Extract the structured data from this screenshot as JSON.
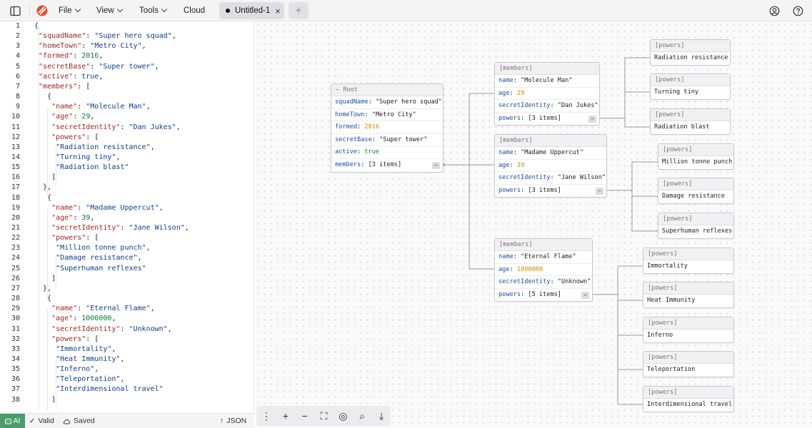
{
  "topbar": {
    "menus": [
      {
        "label": "File",
        "has_dropdown": true
      },
      {
        "label": "View",
        "has_dropdown": true
      },
      {
        "label": "Tools",
        "has_dropdown": true
      },
      {
        "label": "Cloud",
        "has_dropdown": false
      }
    ],
    "tab": {
      "label": "Untitled-1",
      "unsaved": true,
      "close": "×"
    },
    "add_tab": "+"
  },
  "colors": {
    "accent": "#e8502f",
    "ai_badge": "#4b9d6b",
    "key": "#a0251e",
    "string": "#0b3e8c",
    "number": "#0a7a3c",
    "node_key": "#1a4fa0",
    "node_number": "#c99000"
  },
  "editor": {
    "line_numbers": [
      "1",
      "2",
      "3",
      "4",
      "5",
      "6",
      "7",
      "8",
      "9",
      "10",
      "11",
      "12",
      "13",
      "14",
      "15",
      "16",
      "17",
      "18",
      "19",
      "20",
      "21",
      "22",
      "23",
      "24",
      "25",
      "26",
      "27",
      "28",
      "29",
      "30",
      "31",
      "32",
      "33",
      "34",
      "35",
      "36",
      "37",
      "38"
    ],
    "lines": [
      [
        [
          "p",
          "{"
        ]
      ],
      [
        [
          "p",
          " "
        ],
        [
          "k",
          "\"squadName\""
        ],
        [
          "p",
          ": "
        ],
        [
          "s",
          "\"Super hero squad\""
        ],
        [
          "p",
          ","
        ]
      ],
      [
        [
          "p",
          " "
        ],
        [
          "k",
          "\"homeTown\""
        ],
        [
          "p",
          ": "
        ],
        [
          "s",
          "\"Metro City\""
        ],
        [
          "p",
          ","
        ]
      ],
      [
        [
          "p",
          " "
        ],
        [
          "k",
          "\"formed\""
        ],
        [
          "p",
          ": "
        ],
        [
          "n",
          "2016"
        ],
        [
          "p",
          ","
        ]
      ],
      [
        [
          "p",
          " "
        ],
        [
          "k",
          "\"secretBase\""
        ],
        [
          "p",
          ": "
        ],
        [
          "s",
          "\"Super tower\""
        ],
        [
          "p",
          ","
        ]
      ],
      [
        [
          "p",
          " "
        ],
        [
          "k",
          "\"active\""
        ],
        [
          "p",
          ": "
        ],
        [
          "b",
          "true"
        ],
        [
          "p",
          ","
        ]
      ],
      [
        [
          "p",
          " "
        ],
        [
          "k",
          "\"members\""
        ],
        [
          "p",
          ": ["
        ]
      ],
      [
        [
          "p",
          "   {"
        ]
      ],
      [
        [
          "p",
          "    "
        ],
        [
          "k",
          "\"name\""
        ],
        [
          "p",
          ": "
        ],
        [
          "s",
          "\"Molecule Man\""
        ],
        [
          "p",
          ","
        ]
      ],
      [
        [
          "p",
          "    "
        ],
        [
          "k",
          "\"age\""
        ],
        [
          "p",
          ": "
        ],
        [
          "n",
          "29"
        ],
        [
          "p",
          ","
        ]
      ],
      [
        [
          "p",
          "    "
        ],
        [
          "k",
          "\"secretIdentity\""
        ],
        [
          "p",
          ": "
        ],
        [
          "s",
          "\"Dan Jukes\""
        ],
        [
          "p",
          ","
        ]
      ],
      [
        [
          "p",
          "    "
        ],
        [
          "k",
          "\"powers\""
        ],
        [
          "p",
          ": ["
        ]
      ],
      [
        [
          "p",
          "     "
        ],
        [
          "s",
          "\"Radiation resistance\""
        ],
        [
          "p",
          ","
        ]
      ],
      [
        [
          "p",
          "     "
        ],
        [
          "s",
          "\"Turning tiny\""
        ],
        [
          "p",
          ","
        ]
      ],
      [
        [
          "p",
          "     "
        ],
        [
          "s",
          "\"Radiation blast\""
        ]
      ],
      [
        [
          "p",
          "    ]"
        ]
      ],
      [
        [
          "p",
          "  },"
        ]
      ],
      [
        [
          "p",
          "   {"
        ]
      ],
      [
        [
          "p",
          "    "
        ],
        [
          "k",
          "\"name\""
        ],
        [
          "p",
          ": "
        ],
        [
          "s",
          "\"Madame Uppercut\""
        ],
        [
          "p",
          ","
        ]
      ],
      [
        [
          "p",
          "    "
        ],
        [
          "k",
          "\"age\""
        ],
        [
          "p",
          ": "
        ],
        [
          "n",
          "39"
        ],
        [
          "p",
          ","
        ]
      ],
      [
        [
          "p",
          "    "
        ],
        [
          "k",
          "\"secretIdentity\""
        ],
        [
          "p",
          ": "
        ],
        [
          "s",
          "\"Jane Wilson\""
        ],
        [
          "p",
          ","
        ]
      ],
      [
        [
          "p",
          "    "
        ],
        [
          "k",
          "\"powers\""
        ],
        [
          "p",
          ": ["
        ]
      ],
      [
        [
          "p",
          "     "
        ],
        [
          "s",
          "\"Million tonne punch\""
        ],
        [
          "p",
          ","
        ]
      ],
      [
        [
          "p",
          "     "
        ],
        [
          "s",
          "\"Damage resistance\""
        ],
        [
          "p",
          ","
        ]
      ],
      [
        [
          "p",
          "     "
        ],
        [
          "s",
          "\"Superhuman reflexes\""
        ]
      ],
      [
        [
          "p",
          "    ]"
        ]
      ],
      [
        [
          "p",
          "  },"
        ]
      ],
      [
        [
          "p",
          "   {"
        ]
      ],
      [
        [
          "p",
          "    "
        ],
        [
          "k",
          "\"name\""
        ],
        [
          "p",
          ": "
        ],
        [
          "s",
          "\"Eternal Flame\""
        ],
        [
          "p",
          ","
        ]
      ],
      [
        [
          "p",
          "    "
        ],
        [
          "k",
          "\"age\""
        ],
        [
          "p",
          ": "
        ],
        [
          "n",
          "1000000"
        ],
        [
          "p",
          ","
        ]
      ],
      [
        [
          "p",
          "    "
        ],
        [
          "k",
          "\"secretIdentity\""
        ],
        [
          "p",
          ": "
        ],
        [
          "s",
          "\"Unknown\""
        ],
        [
          "p",
          ","
        ]
      ],
      [
        [
          "p",
          "    "
        ],
        [
          "k",
          "\"powers\""
        ],
        [
          "p",
          ": ["
        ]
      ],
      [
        [
          "p",
          "     "
        ],
        [
          "s",
          "\"Immortality\""
        ],
        [
          "p",
          ","
        ]
      ],
      [
        [
          "p",
          "     "
        ],
        [
          "s",
          "\"Heat Immunity\""
        ],
        [
          "p",
          ","
        ]
      ],
      [
        [
          "p",
          "     "
        ],
        [
          "s",
          "\"Inferno\""
        ],
        [
          "p",
          ","
        ]
      ],
      [
        [
          "p",
          "     "
        ],
        [
          "s",
          "\"Teleportation\""
        ],
        [
          "p",
          ","
        ]
      ],
      [
        [
          "p",
          "     "
        ],
        [
          "s",
          "\"Interdimensional travel\""
        ]
      ],
      [
        [
          "p",
          "    ]"
        ]
      ]
    ]
  },
  "status": {
    "ai": "AI",
    "valid": "Valid",
    "saved": "Saved",
    "format": "JSON"
  },
  "graph": {
    "root": {
      "header": "− Root",
      "rows": [
        {
          "key": "squadName",
          "value": "\"Super hero squad\"",
          "type": "string"
        },
        {
          "key": "homeTown",
          "value": "\"Metro City\"",
          "type": "string"
        },
        {
          "key": "formed",
          "value": "2016",
          "type": "number"
        },
        {
          "key": "secretBase",
          "value": "\"Super tower\"",
          "type": "string"
        },
        {
          "key": "active",
          "value": "true",
          "type": "bool"
        },
        {
          "key": "members",
          "value": "[3 items]",
          "type": "collapse"
        }
      ]
    },
    "members": [
      {
        "header": "[members]",
        "rows": [
          {
            "key": "name",
            "value": "\"Molecule Man\"",
            "type": "string"
          },
          {
            "key": "age",
            "value": "29",
            "type": "number"
          },
          {
            "key": "secretIdentity",
            "value": "\"Dan Jukes\"",
            "type": "string"
          },
          {
            "key": "powers",
            "value": "[3 items]",
            "type": "collapse"
          }
        ],
        "powers": [
          "Radiation resistance",
          "Turning tiny",
          "Radiation blast"
        ]
      },
      {
        "header": "[members]",
        "rows": [
          {
            "key": "name",
            "value": "\"Madame Uppercut\"",
            "type": "string"
          },
          {
            "key": "age",
            "value": "39",
            "type": "number"
          },
          {
            "key": "secretIdentity",
            "value": "\"Jane Wilson\"",
            "type": "string"
          },
          {
            "key": "powers",
            "value": "[3 items]",
            "type": "collapse"
          }
        ],
        "powers": [
          "Million tonne punch",
          "Damage resistance",
          "Superhuman reflexes"
        ]
      },
      {
        "header": "[members]",
        "rows": [
          {
            "key": "name",
            "value": "\"Eternal Flame\"",
            "type": "string"
          },
          {
            "key": "age",
            "value": "1000000",
            "type": "number"
          },
          {
            "key": "secretIdentity",
            "value": "\"Unknown\"",
            "type": "string"
          },
          {
            "key": "powers",
            "value": "[5 items]",
            "type": "collapse"
          }
        ],
        "powers": [
          "Immortality",
          "Heat Immunity",
          "Inferno",
          "Teleportation",
          "Interdimensional travel"
        ]
      }
    ],
    "power_header": "[powers]",
    "collapse_glyph": "−"
  },
  "canvas_toolbar": [
    {
      "name": "more-options-icon",
      "glyph": "⋮"
    },
    {
      "name": "zoom-in-icon",
      "glyph": "+"
    },
    {
      "name": "zoom-out-icon",
      "glyph": "−"
    },
    {
      "name": "fit-view-icon",
      "glyph": "⛶"
    },
    {
      "name": "focus-icon",
      "glyph": "◎"
    },
    {
      "name": "search-icon",
      "glyph": "⌕"
    },
    {
      "name": "download-icon",
      "glyph": "⤓"
    }
  ]
}
